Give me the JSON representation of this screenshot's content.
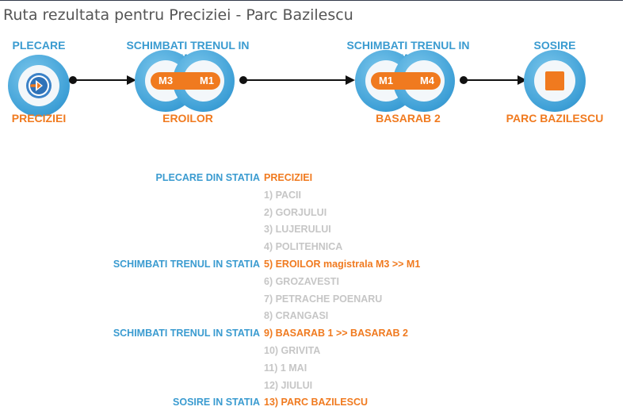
{
  "title": "Ruta rezultata pentru Preciziei - Parc Bazilescu",
  "route_steps": [
    {
      "top_label": "PLECARE",
      "bottom_label": "PRECIZIEI",
      "type": "start",
      "icon": "start-arrow-icon"
    },
    {
      "top_label": "SCHIMBATI TRENUL IN STATIA",
      "bottom_label": "EROILOR",
      "type": "transfer",
      "from_line": "M3",
      "to_line": "M1"
    },
    {
      "top_label": "SCHIMBATI TRENUL IN STATIA",
      "bottom_label": "BASARAB 2",
      "type": "transfer",
      "from_line": "M1",
      "to_line": "M4"
    },
    {
      "top_label": "SOSIRE",
      "bottom_label": "PARC BAZILESCU",
      "type": "end",
      "icon": "stop-square-icon"
    }
  ],
  "stations": [
    {
      "label": "PLECARE DIN STATIA",
      "value": "PRECIZIEI",
      "highlight": true
    },
    {
      "label": "",
      "value": "1) PACII",
      "highlight": false
    },
    {
      "label": "",
      "value": "2) GORJULUI",
      "highlight": false
    },
    {
      "label": "",
      "value": "3) LUJERULUI",
      "highlight": false
    },
    {
      "label": "",
      "value": "4) POLITEHNICA",
      "highlight": false
    },
    {
      "label": "SCHIMBATI TRENUL IN STATIA",
      "value": "5) EROILOR magistrala M3 >> M1",
      "highlight": true
    },
    {
      "label": "",
      "value": "6) GROZAVESTI",
      "highlight": false
    },
    {
      "label": "",
      "value": "7) PETRACHE POENARU",
      "highlight": false
    },
    {
      "label": "",
      "value": "8) CRANGASI",
      "highlight": false
    },
    {
      "label": "SCHIMBATI TRENUL IN STATIA",
      "value": "9) BASARAB 1 >> BASARAB 2",
      "highlight": true
    },
    {
      "label": "",
      "value": "10) GRIVITA",
      "highlight": false
    },
    {
      "label": "",
      "value": "11) 1 MAI",
      "highlight": false
    },
    {
      "label": "",
      "value": "12) JIULUI",
      "highlight": false
    },
    {
      "label": "SOSIRE IN STATIA",
      "value": "13) PARC BAZILESCU",
      "highlight": true
    }
  ],
  "colors": {
    "accent_blue": "#3a9bd0",
    "accent_orange": "#f07a1f",
    "dim_gray": "#c6c6c6",
    "title_gray": "#555555"
  }
}
